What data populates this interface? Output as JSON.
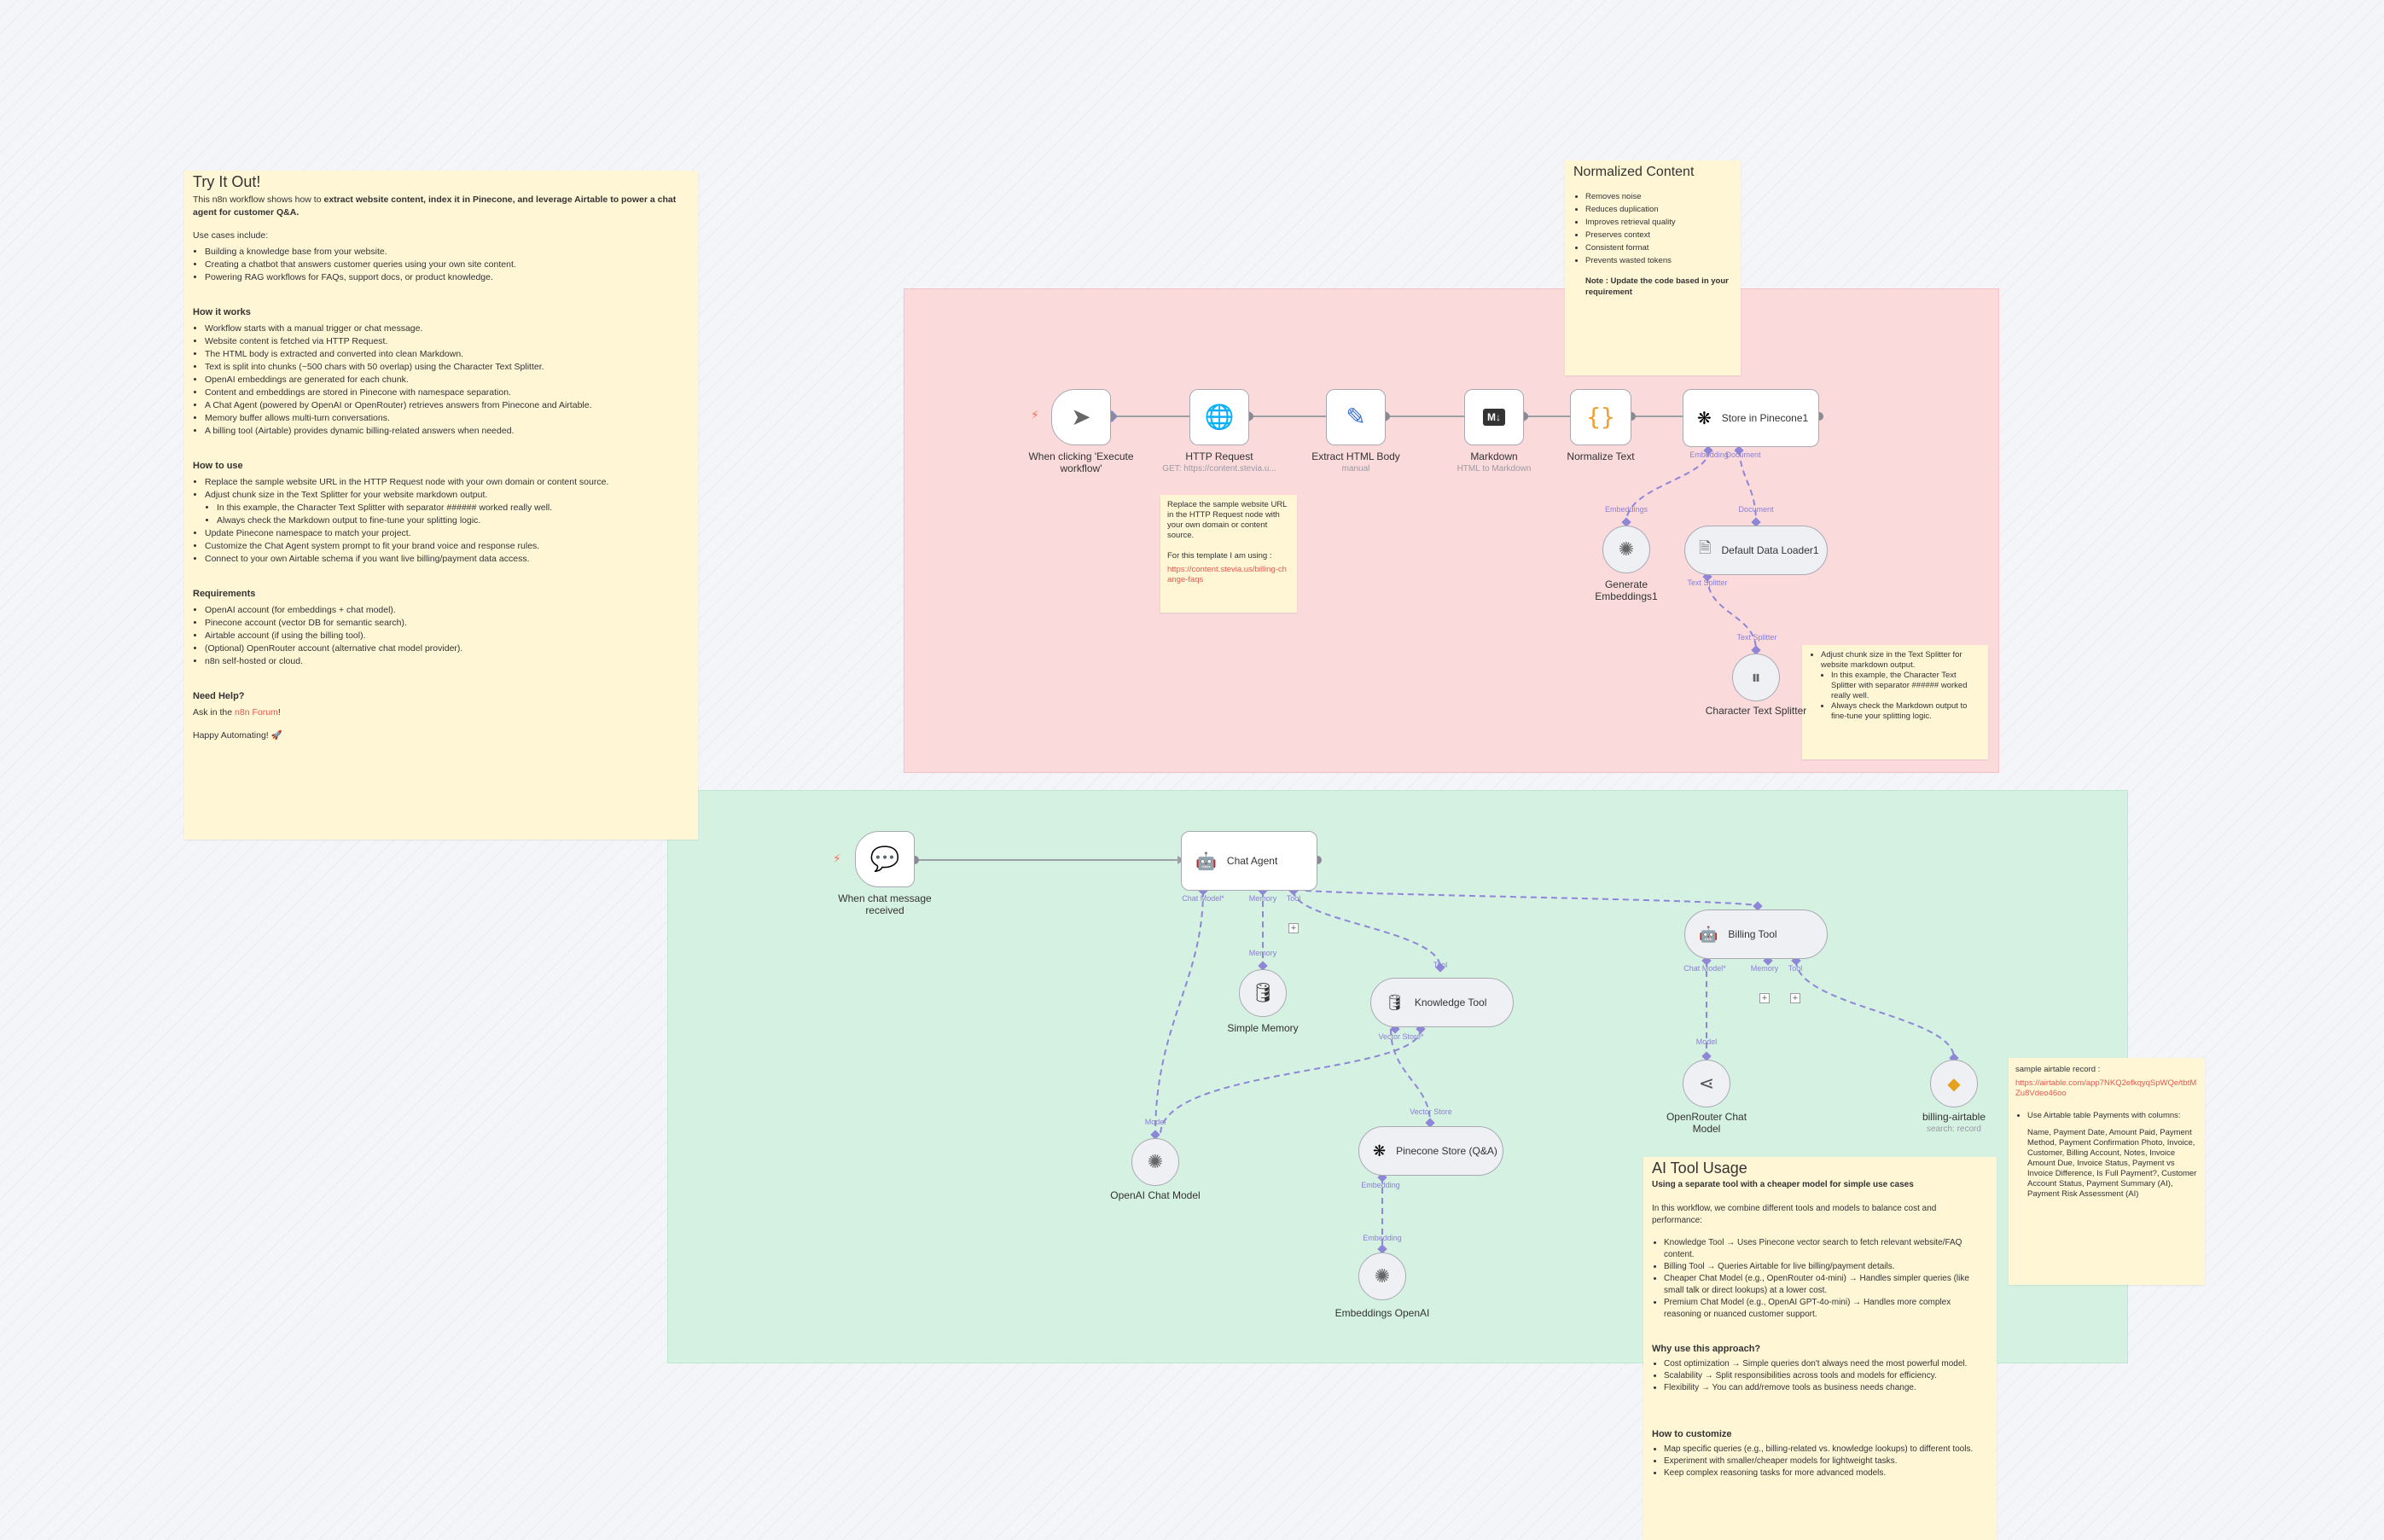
{
  "try_it_out": {
    "title": "Try It Out!",
    "intro_plain": "This n8n workflow shows how to ",
    "intro_bold": "extract website content, index it in Pinecone, and leverage Airtable to power a chat agent for customer Q&A.",
    "use_cases_heading": "Use cases include:",
    "use_cases": [
      "Building a knowledge base from your website.",
      "Creating a chatbot that answers customer queries using your own site content.",
      "Powering RAG workflows for FAQs, support docs, or product knowledge."
    ],
    "how_it_works_heading": "How it works",
    "how_it_works": [
      "Workflow starts with a manual trigger or chat message.",
      "Website content is fetched via HTTP Request.",
      "The HTML body is extracted and converted into clean Markdown.",
      "Text is split into chunks (~500 chars with 50 overlap) using the Character Text Splitter.",
      "OpenAI embeddings are generated for each chunk.",
      "Content and embeddings are stored in Pinecone with namespace separation.",
      "A Chat Agent (powered by OpenAI or OpenRouter) retrieves answers from Pinecone and Airtable.",
      "Memory buffer allows multi-turn conversations.",
      "A billing tool (Airtable) provides dynamic billing-related answers when needed."
    ],
    "how_to_use_heading": "How to use",
    "how_to_use": [
      "Replace the sample website URL in the HTTP Request node with your own domain or content source.",
      "Adjust chunk size in the Text Splitter for your website markdown output.",
      "In this example, the Character Text Splitter with separator ###### worked really well.",
      "Always check the Markdown output to fine-tune your splitting logic.",
      "Update Pinecone namespace to match your project.",
      "Customize the Chat Agent system prompt to fit your brand voice and response rules.",
      "Connect to your own Airtable schema if you want live billing/payment data access."
    ],
    "requirements_heading": "Requirements",
    "requirements": [
      "OpenAI account (for embeddings + chat model).",
      "Pinecone account (vector DB for semantic search).",
      "Airtable account (if using the billing tool).",
      "(Optional) OpenRouter account (alternative chat model provider).",
      "n8n self-hosted or cloud."
    ],
    "help_heading": "Need Help?",
    "help_text": "Ask in the ",
    "help_link": "n8n Forum",
    "help_end": "!",
    "sign_off": "Happy Automating! 🚀"
  },
  "normalized_note": {
    "title": "Normalized Content",
    "items": [
      "Removes noise",
      "Reduces duplication",
      "Improves retrieval quality",
      "Preserves context",
      "Consistent format",
      "Prevents wasted tokens"
    ],
    "note": "Note : Update the code based in your requirement"
  },
  "replace_note": {
    "text": "Replace the sample website URL in the HTTP Request node with your own domain or content source.",
    "template_text": "For this template I am using :",
    "link": "https://content.stevia.us/billing-change-faqs"
  },
  "chunk_note": {
    "line1": "Adjust chunk size in the Text Splitter for website markdown output.",
    "line2": "In this example, the Character Text Splitter with separator ###### worked really well.",
    "line3": "Always check the Markdown output to fine-tune your splitting logic."
  },
  "airtable_note": {
    "title": "sample airtable record :",
    "link": "https://airtable.com/app7NKQ2efkqyqSpWQe/tbtMZu8Vdeo46oo",
    "bullet": "Use Airtable table Payments with columns:",
    "columns": "Name, Payment Date, Amount Paid, Payment Method, Payment Confirmation Photo, Invoice, Customer, Billing Account, Notes, Invoice Amount Due, Invoice Status, Payment vs Invoice Difference, Is Full Payment?, Customer Account Status, Payment Summary (AI), Payment Risk Assessment (AI)"
  },
  "ai_tool_note": {
    "title": "AI Tool Usage",
    "subtitle": "Using a separate tool with a cheaper model for simple use cases",
    "intro": "In this workflow, we combine different tools and models to balance cost and performance:",
    "items": [
      "Knowledge Tool → Uses Pinecone vector search to fetch relevant website/FAQ content.",
      "Billing Tool → Queries Airtable for live billing/payment details.",
      "Cheaper Chat Model (e.g., OpenRouter o4-mini) → Handles simpler queries (like small talk or direct lookups) at a lower cost.",
      "Premium Chat Model (e.g., OpenAI GPT-4o-mini) → Handles more complex reasoning or nuanced customer support."
    ],
    "why_heading": "Why use this approach?",
    "why_items": [
      "Cost optimization → Simple queries don't always need the most powerful model.",
      "Scalability → Split responsibilities across tools and models for efficiency.",
      "Flexibility → You can add/remove tools as business needs change."
    ],
    "customize_heading": "How to customize",
    "customize_items": [
      "Map specific queries (e.g., billing-related vs. knowledge lookups) to different tools.",
      "Experiment with smaller/cheaper models for lightweight tasks.",
      "Keep complex reasoning tasks for more advanced models."
    ]
  },
  "nodes": {
    "manual_trigger": {
      "label": "When clicking 'Execute workflow'",
      "icon": "cursor-icon"
    },
    "http_request": {
      "label": "HTTP Request",
      "sub": "GET: https://content.stevia.u..."
    },
    "extract_html": {
      "label": "Extract HTML Body",
      "sub": "manual"
    },
    "markdown": {
      "label": "Markdown",
      "sub": "HTML to Markdown",
      "badge": "M↓"
    },
    "normalize": {
      "label": "Normalize Text"
    },
    "store_pinecone": {
      "label": "Store in Pinecone1"
    },
    "gen_embeddings": {
      "label": "Generate Embeddings1"
    },
    "default_loader": {
      "label": "Default Data Loader1"
    },
    "char_splitter": {
      "label": "Character Text Splitter"
    },
    "chat_trigger": {
      "label": "When chat message received"
    },
    "chat_agent": {
      "label": "Chat Agent"
    },
    "simple_memory": {
      "label": "Simple Memory"
    },
    "knowledge_tool": {
      "label": "Knowledge Tool"
    },
    "openai_chat": {
      "label": "OpenAI Chat Model"
    },
    "pinecone_store": {
      "label": "Pinecone Store (Q&A)"
    },
    "embeddings_openai": {
      "label": "Embeddings OpenAI"
    },
    "billing_tool": {
      "label": "Billing Tool"
    },
    "openrouter": {
      "label": "OpenRouter Chat Model"
    },
    "billing_airtable": {
      "label": "billing-airtable",
      "sub": "search: record"
    }
  },
  "ports": {
    "embedding_doc": "Embedding",
    "document": "Document",
    "embeddings1": "Embeddings",
    "doc2": "Document",
    "text_splitter": "Text Splitter",
    "text_splitter2": "Text Splitter",
    "chat_model": "Chat Model*",
    "memory": "Memory",
    "tool": "Tool",
    "memory2": "Memory",
    "tool2": "Tool",
    "vector_store": "Vector Store*",
    "vector_store2": "Vector Store",
    "model": "Model",
    "embedding2": "Embedding",
    "embedding3": "Embedding",
    "chat_model2": "Chat Model*",
    "memory3": "Memory",
    "tool3": "Tool",
    "model2": "Model"
  }
}
